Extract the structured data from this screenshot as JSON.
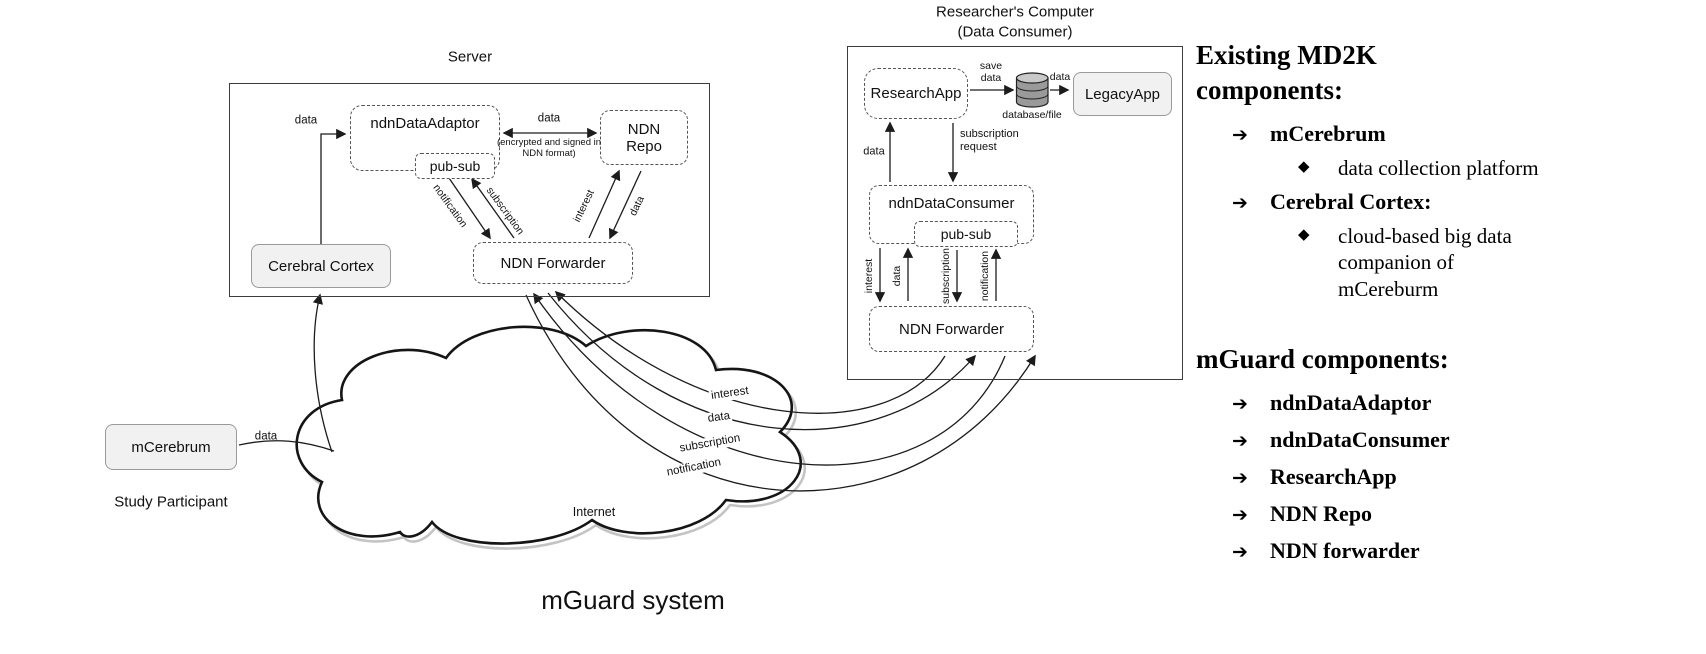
{
  "title": "mGuard system",
  "server": {
    "title": "Server",
    "adaptor_label": "ndnDataAdaptor",
    "adaptor_pubsub": "pub-sub",
    "repo_label": "NDN Repo",
    "forwarder_label": "NDN Forwarder",
    "cortex_label": "Cerebral Cortex",
    "edge_data_in": "data",
    "edge_data_repo": "data",
    "edge_data_note": "(encrypted and signed in NDN format)",
    "edge_notification": "notification",
    "edge_subscription": "subscription",
    "edge_interest": "interest",
    "edge_data_down": "data"
  },
  "researcher": {
    "title_line1": "Researcher's Computer",
    "title_line2": "(Data Consumer)",
    "app_label": "ResearchApp",
    "legacy_label": "LegacyApp",
    "db_label": "database/file",
    "edge_save_data": "save data",
    "edge_db_data": "data",
    "edge_data_up": "data",
    "edge_sub_request": "subscription request",
    "consumer_label": "ndnDataConsumer",
    "consumer_pubsub": "pub-sub",
    "forwarder_label": "NDN Forwarder",
    "edge_interest": "interest",
    "edge_data": "data",
    "edge_subscription": "subscription",
    "edge_notification": "notification"
  },
  "cloud": {
    "label": "Internet",
    "flow_interest": "interest",
    "flow_data": "data",
    "flow_subscription": "subscription",
    "flow_notification": "notification"
  },
  "participant": {
    "box_label": "mCerebrum",
    "caption": "Study Participant",
    "edge_data": "data"
  },
  "legend": {
    "bullet_arrow": "➔",
    "bullet_diamond": "◆",
    "existing_heading": "Existing MD2K components:",
    "existing_items": [
      {
        "label": "mCerebrum",
        "subs": [
          "data collection platform"
        ]
      },
      {
        "label": "Cerebral Cortex:",
        "subs": [
          "cloud-based big data companion of mCereburm"
        ]
      }
    ],
    "mguard_heading": "mGuard components:",
    "mguard_items": [
      "ndnDataAdaptor",
      "ndnDataConsumer",
      "ResearchApp",
      "NDN Repo",
      "NDN forwarder"
    ]
  }
}
